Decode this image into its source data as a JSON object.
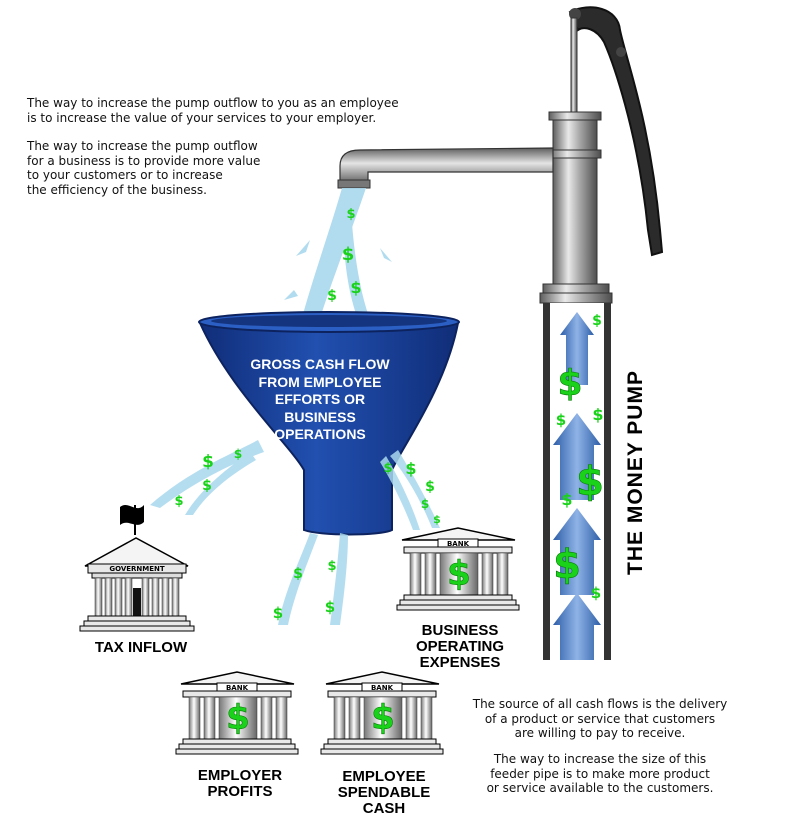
{
  "intro_text": {
    "employee": "The way to increase the pump outflow to you as an employee\nis to increase the value of your services to your employer.",
    "business": "The way to increase the pump outflow\nfor a business is to provide more value\nto your customers or to increase\nthe efficiency of the business."
  },
  "funnel": {
    "label": "GROSS CASH FLOW\nFROM EMPLOYEE\nEFFORTS OR\nBUSINESS\nOPERATIONS"
  },
  "pump": {
    "label": "THE MONEY PUMP"
  },
  "buildings": {
    "government": {
      "sign": "GOVERNMENT",
      "label": "TAX INFLOW"
    },
    "business_bank": {
      "sign": "BANK",
      "label": "BUSINESS\nOPERATING\nEXPENSES"
    },
    "employer_bank": {
      "sign": "BANK",
      "label": "EMPLOYER\nPROFITS"
    },
    "employee_bank": {
      "sign": "BANK",
      "label": "EMPLOYEE\nSPENDABLE\nCASH"
    }
  },
  "bottom_text": {
    "source": "The source of all cash flows is the delivery\nof a product or service that customers\nare willing to pay to receive.",
    "feeder": "The way to increase the size of this\nfeeder pipe is to make more product\nor service available to the customers."
  },
  "symbols": {
    "dollar": "$"
  },
  "colors": {
    "funnel": "#1a3f9a",
    "money": "#19d219",
    "water": "#a9d8ee",
    "arrow": "#4a79c4",
    "pipe": "#8e8e8e"
  }
}
